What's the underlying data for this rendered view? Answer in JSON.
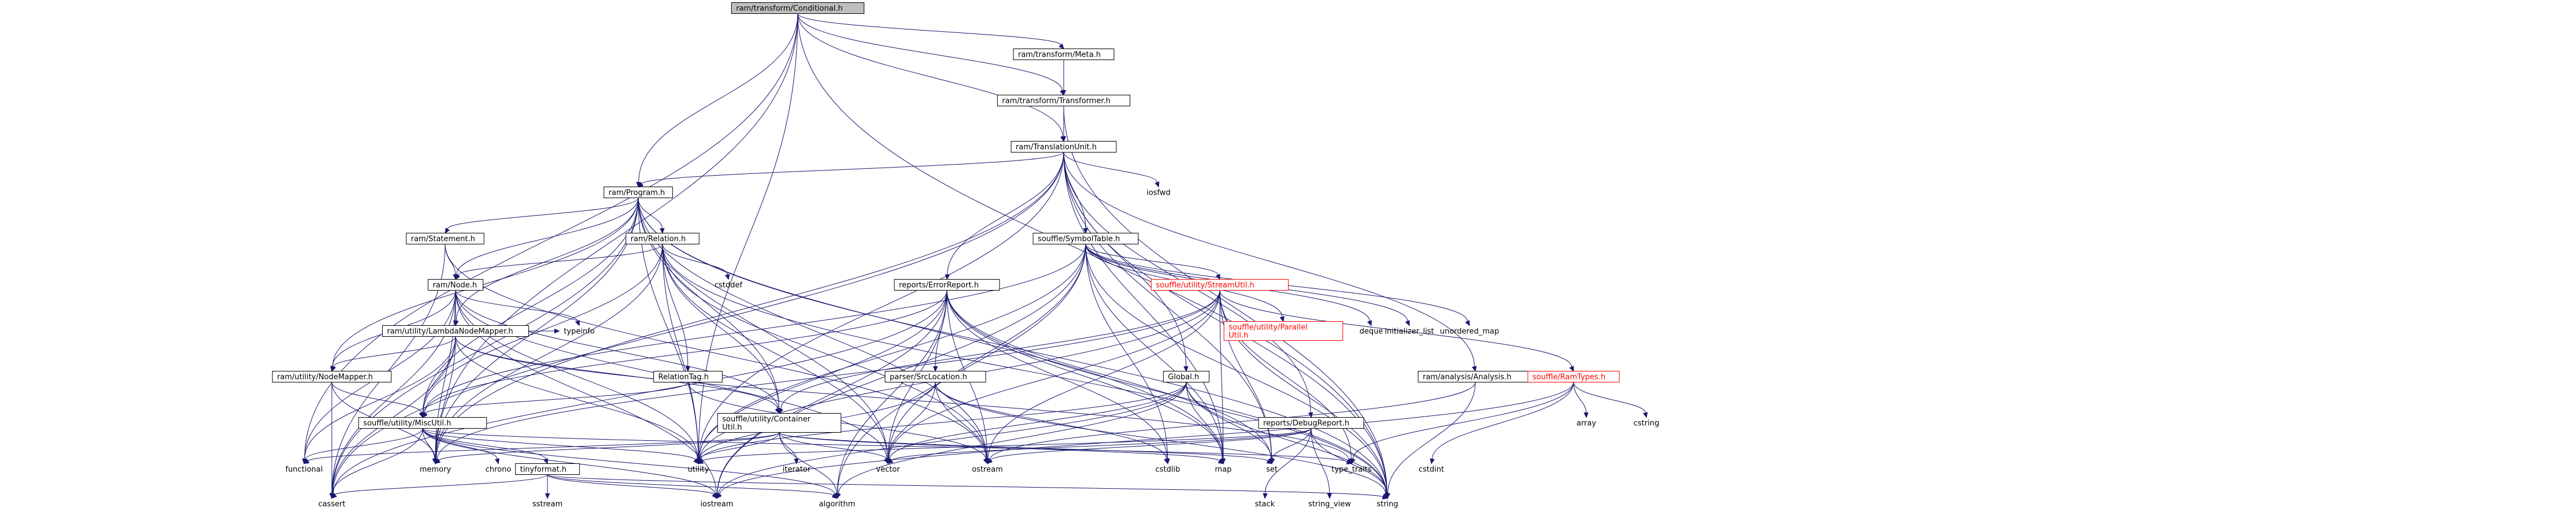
{
  "graph": {
    "nodes": [
      {
        "id": "root",
        "lines": [
          "ram/transform/Conditional.h"
        ],
        "style": "root"
      },
      {
        "id": "meta",
        "lines": [
          "ram/transform/Meta.h"
        ],
        "style": "box"
      },
      {
        "id": "transformer",
        "lines": [
          "ram/transform/Transformer.h"
        ],
        "style": "box"
      },
      {
        "id": "tu",
        "lines": [
          "ram/TranslationUnit.h"
        ],
        "style": "box"
      },
      {
        "id": "program",
        "lines": [
          "ram/Program.h"
        ],
        "style": "box"
      },
      {
        "id": "statement",
        "lines": [
          "ram/Statement.h"
        ],
        "style": "box"
      },
      {
        "id": "relation",
        "lines": [
          "ram/Relation.h"
        ],
        "style": "box"
      },
      {
        "id": "node",
        "lines": [
          "ram/Node.h"
        ],
        "style": "box"
      },
      {
        "id": "lambda",
        "lines": [
          "ram/utility/LambdaNodeMapper.h"
        ],
        "style": "box"
      },
      {
        "id": "nodemapper",
        "lines": [
          "ram/utility/NodeMapper.h"
        ],
        "style": "box"
      },
      {
        "id": "reltag",
        "lines": [
          "RelationTag.h"
        ],
        "style": "box"
      },
      {
        "id": "misc",
        "lines": [
          "souffle/utility/MiscUtil.h"
        ],
        "style": "box"
      },
      {
        "id": "container",
        "lines": [
          "souffle/utility/Container",
          "Util.h"
        ],
        "style": "box"
      },
      {
        "id": "tinyformat",
        "lines": [
          "tinyformat.h"
        ],
        "style": "box"
      },
      {
        "id": "symtab",
        "lines": [
          "souffle/SymbolTable.h"
        ],
        "style": "box"
      },
      {
        "id": "errreport",
        "lines": [
          "reports/ErrorReport.h"
        ],
        "style": "box"
      },
      {
        "id": "streamutil",
        "lines": [
          "souffle/utility/StreamUtil.h"
        ],
        "style": "red"
      },
      {
        "id": "parallel",
        "lines": [
          "souffle/utility/Parallel",
          "Util.h"
        ],
        "style": "red"
      },
      {
        "id": "srcloc",
        "lines": [
          "parser/SrcLocation.h"
        ],
        "style": "box"
      },
      {
        "id": "global",
        "lines": [
          "Global.h"
        ],
        "style": "box"
      },
      {
        "id": "debugrep",
        "lines": [
          "reports/DebugReport.h"
        ],
        "style": "box"
      },
      {
        "id": "analysis",
        "lines": [
          "ram/analysis/Analysis.h"
        ],
        "style": "box"
      },
      {
        "id": "ramtypes",
        "lines": [
          "souffle/RamTypes.h"
        ],
        "style": "red"
      },
      {
        "id": "iosfwd",
        "lines": [
          "iosfwd"
        ],
        "style": "plain"
      },
      {
        "id": "cstddef",
        "lines": [
          "cstddef"
        ],
        "style": "plain"
      },
      {
        "id": "typeinfo",
        "lines": [
          "typeinfo"
        ],
        "style": "plain"
      },
      {
        "id": "deque",
        "lines": [
          "deque"
        ],
        "style": "plain"
      },
      {
        "id": "initlist",
        "lines": [
          "initializer_list"
        ],
        "style": "plain"
      },
      {
        "id": "umap",
        "lines": [
          "unordered_map"
        ],
        "style": "plain"
      },
      {
        "id": "chrono",
        "lines": [
          "chrono"
        ],
        "style": "plain"
      },
      {
        "id": "iterator",
        "lines": [
          "iterator"
        ],
        "style": "plain"
      },
      {
        "id": "sstream",
        "lines": [
          "sstream"
        ],
        "style": "plain"
      },
      {
        "id": "functional",
        "lines": [
          "functional"
        ],
        "style": "plain"
      },
      {
        "id": "memory",
        "lines": [
          "memory"
        ],
        "style": "plain"
      },
      {
        "id": "cassert",
        "lines": [
          "cassert"
        ],
        "style": "plain"
      },
      {
        "id": "utility",
        "lines": [
          "utility"
        ],
        "style": "plain"
      },
      {
        "id": "vector",
        "lines": [
          "vector"
        ],
        "style": "plain"
      },
      {
        "id": "ostream",
        "lines": [
          "ostream"
        ],
        "style": "plain"
      },
      {
        "id": "cstdlib",
        "lines": [
          "cstdlib"
        ],
        "style": "plain"
      },
      {
        "id": "map",
        "lines": [
          "map"
        ],
        "style": "plain"
      },
      {
        "id": "set",
        "lines": [
          "set"
        ],
        "style": "plain"
      },
      {
        "id": "typetraits",
        "lines": [
          "type_traits"
        ],
        "style": "plain"
      },
      {
        "id": "cstdint",
        "lines": [
          "cstdint"
        ],
        "style": "plain"
      },
      {
        "id": "iostream",
        "lines": [
          "iostream"
        ],
        "style": "plain"
      },
      {
        "id": "algorithm",
        "lines": [
          "algorithm"
        ],
        "style": "plain"
      },
      {
        "id": "string",
        "lines": [
          "string"
        ],
        "style": "plain"
      },
      {
        "id": "stack",
        "lines": [
          "stack"
        ],
        "style": "plain"
      },
      {
        "id": "stringview",
        "lines": [
          "string_view"
        ],
        "style": "plain"
      },
      {
        "id": "array",
        "lines": [
          "array"
        ],
        "style": "plain"
      },
      {
        "id": "cstring",
        "lines": [
          "cstring"
        ],
        "style": "plain"
      }
    ],
    "edges": [
      [
        "root",
        "meta"
      ],
      [
        "root",
        "transformer"
      ],
      [
        "root",
        "tu"
      ],
      [
        "root",
        "program"
      ],
      [
        "root",
        "utility"
      ],
      [
        "root",
        "memory"
      ],
      [
        "root",
        "functional"
      ],
      [
        "root",
        "string"
      ],
      [
        "meta",
        "transformer"
      ],
      [
        "transformer",
        "tu"
      ],
      [
        "transformer",
        "string"
      ],
      [
        "tu",
        "program"
      ],
      [
        "tu",
        "symtab"
      ],
      [
        "tu",
        "errreport"
      ],
      [
        "tu",
        "debugrep"
      ],
      [
        "tu",
        "analysis"
      ],
      [
        "tu",
        "global"
      ],
      [
        "tu",
        "iosfwd"
      ],
      [
        "tu",
        "memory"
      ],
      [
        "tu",
        "cassert"
      ],
      [
        "tu",
        "utility"
      ],
      [
        "tu",
        "map"
      ],
      [
        "tu",
        "set"
      ],
      [
        "tu",
        "string"
      ],
      [
        "program",
        "statement"
      ],
      [
        "program",
        "relation"
      ],
      [
        "program",
        "node"
      ],
      [
        "program",
        "lambda"
      ],
      [
        "program",
        "nodemapper"
      ],
      [
        "program",
        "misc"
      ],
      [
        "program",
        "container"
      ],
      [
        "program",
        "map"
      ],
      [
        "program",
        "vector"
      ],
      [
        "program",
        "string"
      ],
      [
        "program",
        "memory"
      ],
      [
        "program",
        "utility"
      ],
      [
        "program",
        "ostream"
      ],
      [
        "program",
        "cassert"
      ],
      [
        "statement",
        "node"
      ],
      [
        "statement",
        "ostream"
      ],
      [
        "statement",
        "cassert"
      ],
      [
        "relation",
        "node"
      ],
      [
        "relation",
        "reltag"
      ],
      [
        "relation",
        "container"
      ],
      [
        "relation",
        "misc"
      ],
      [
        "relation",
        "cstddef"
      ],
      [
        "relation",
        "memory"
      ],
      [
        "relation",
        "ostream"
      ],
      [
        "relation",
        "string"
      ],
      [
        "relation",
        "utility"
      ],
      [
        "relation",
        "vector"
      ],
      [
        "node",
        "lambda"
      ],
      [
        "node",
        "nodemapper"
      ],
      [
        "node",
        "container"
      ],
      [
        "node",
        "typeinfo"
      ],
      [
        "node",
        "functional"
      ],
      [
        "node",
        "memory"
      ],
      [
        "node",
        "cassert"
      ],
      [
        "node",
        "utility"
      ],
      [
        "node",
        "vector"
      ],
      [
        "node",
        "iostream"
      ],
      [
        "lambda",
        "nodemapper"
      ],
      [
        "lambda",
        "misc"
      ],
      [
        "lambda",
        "container"
      ],
      [
        "lambda",
        "typeinfo"
      ],
      [
        "lambda",
        "functional"
      ],
      [
        "lambda",
        "memory"
      ],
      [
        "lambda",
        "cassert"
      ],
      [
        "lambda",
        "utility"
      ],
      [
        "lambda",
        "typetraits"
      ],
      [
        "nodemapper",
        "misc"
      ],
      [
        "nodemapper",
        "memory"
      ],
      [
        "nodemapper",
        "cassert"
      ],
      [
        "reltag",
        "misc"
      ],
      [
        "reltag",
        "ostream"
      ],
      [
        "misc",
        "tinyformat"
      ],
      [
        "misc",
        "chrono"
      ],
      [
        "misc",
        "functional"
      ],
      [
        "misc",
        "memory"
      ],
      [
        "misc",
        "cassert"
      ],
      [
        "misc",
        "utility"
      ],
      [
        "misc",
        "iostream"
      ],
      [
        "misc",
        "algorithm"
      ],
      [
        "misc",
        "typetraits"
      ],
      [
        "container",
        "iterator"
      ],
      [
        "container",
        "functional"
      ],
      [
        "container",
        "memory"
      ],
      [
        "container",
        "utility"
      ],
      [
        "container",
        "vector"
      ],
      [
        "container",
        "map"
      ],
      [
        "container",
        "set"
      ],
      [
        "container",
        "algorithm"
      ],
      [
        "tinyformat",
        "cassert"
      ],
      [
        "tinyformat",
        "sstream"
      ],
      [
        "tinyformat",
        "iostream"
      ],
      [
        "tinyformat",
        "algorithm"
      ],
      [
        "tinyformat",
        "string"
      ],
      [
        "symtab",
        "parallel"
      ],
      [
        "symtab",
        "streamutil"
      ],
      [
        "symtab",
        "misc"
      ],
      [
        "symtab",
        "deque"
      ],
      [
        "symtab",
        "initlist"
      ],
      [
        "symtab",
        "umap"
      ],
      [
        "symtab",
        "cstdlib"
      ],
      [
        "symtab",
        "iostream"
      ],
      [
        "symtab",
        "map"
      ],
      [
        "symtab",
        "string"
      ],
      [
        "symtab",
        "utility"
      ],
      [
        "symtab",
        "vector"
      ],
      [
        "symtab",
        "algorithm"
      ],
      [
        "errreport",
        "srcloc"
      ],
      [
        "errreport",
        "misc"
      ],
      [
        "errreport",
        "cassert"
      ],
      [
        "errreport",
        "cstdlib"
      ],
      [
        "errreport",
        "iostream"
      ],
      [
        "errreport",
        "map"
      ],
      [
        "errreport",
        "set"
      ],
      [
        "errreport",
        "string"
      ],
      [
        "errreport",
        "utility"
      ],
      [
        "errreport",
        "vector"
      ],
      [
        "errreport",
        "ostream"
      ],
      [
        "errreport",
        "algorithm"
      ],
      [
        "streamutil",
        "container"
      ],
      [
        "streamutil",
        "ramtypes"
      ],
      [
        "streamutil",
        "map"
      ],
      [
        "streamutil",
        "set"
      ],
      [
        "streamutil",
        "string"
      ],
      [
        "streamutil",
        "utility"
      ],
      [
        "streamutil",
        "vector"
      ],
      [
        "streamutil",
        "ostream"
      ],
      [
        "streamutil",
        "memory"
      ],
      [
        "streamutil",
        "typetraits"
      ],
      [
        "srcloc",
        "cstdlib"
      ],
      [
        "srcloc",
        "ostream"
      ],
      [
        "srcloc",
        "string"
      ],
      [
        "srcloc",
        "utility"
      ],
      [
        "srcloc",
        "vector"
      ],
      [
        "global",
        "map"
      ],
      [
        "global",
        "set"
      ],
      [
        "global",
        "iostream"
      ],
      [
        "global",
        "string"
      ],
      [
        "global",
        "vector"
      ],
      [
        "global",
        "utility"
      ],
      [
        "global",
        "algorithm"
      ],
      [
        "debugrep",
        "stack"
      ],
      [
        "debugrep",
        "stringview"
      ],
      [
        "debugrep",
        "string"
      ],
      [
        "debugrep",
        "set"
      ],
      [
        "debugrep",
        "vector"
      ],
      [
        "debugrep",
        "ostream"
      ],
      [
        "debugrep",
        "utility"
      ],
      [
        "analysis",
        "ostream"
      ],
      [
        "analysis",
        "string"
      ],
      [
        "ramtypes",
        "array"
      ],
      [
        "ramtypes",
        "cstring"
      ],
      [
        "ramtypes",
        "cstdint"
      ],
      [
        "ramtypes",
        "typetraits"
      ],
      [
        "ramtypes",
        "iostream"
      ]
    ]
  }
}
